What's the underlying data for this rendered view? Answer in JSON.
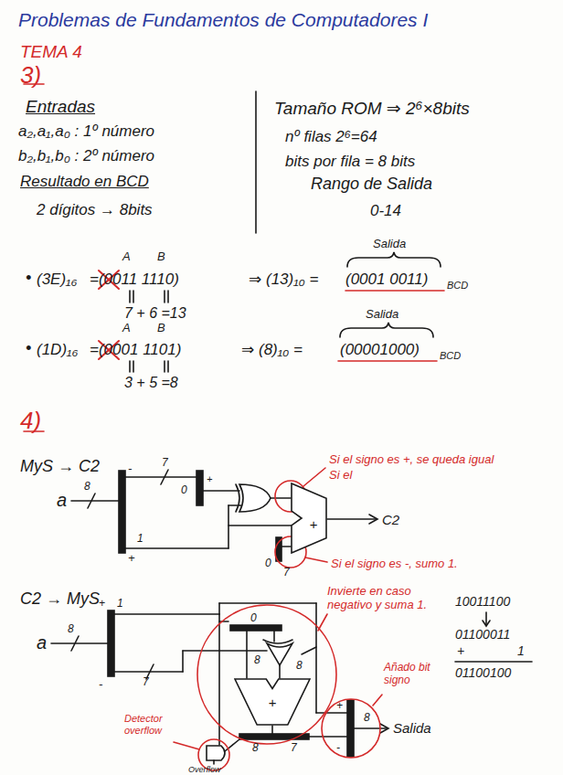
{
  "diagram": {
    "title": "Problemas de Fundamentos de Computadores I",
    "nodes": [
      {
        "text": [
          "+"
        ]
      },
      {
        "text": [
          "+"
        ]
      }
    ],
    "labels": [
      "TEMA 4",
      "3)",
      "Entradas",
      "a₂,a₁,a₀ : 1º número",
      "b₂,b₁,b₀ : 2º número",
      "Resultado en BCD",
      "2 dígitos → 8bits",
      "Tamaño ROM ⇒ 2⁶×8bits",
      "nº filas 2⁶=64",
      "bits por fila = 8 bits",
      "Rango de Salida",
      "0-14",
      "•",
      "(3E)₁₆",
      "=(0011 1110)",
      "A",
      "B",
      "7 + 6 =13",
      "⇒ (13)₁₀ =",
      "Salida",
      "(0001 0011)",
      "BCD",
      "•",
      "(1D)₁₆",
      "=(0001 1101)",
      "A",
      "B",
      "3 + 5 =8",
      "⇒ (8)₁₀ =",
      "Salida",
      "(00001000)",
      "BCD",
      "4)",
      "MyS → C2",
      "a",
      "8",
      "-",
      "7",
      "1",
      "+",
      "0",
      "+",
      "0",
      "7",
      "C2",
      "Si el signo es +, se queda igual",
      "Si el",
      "Si el signo es -, sumo 1.",
      "C2 → MyS",
      "a",
      "8",
      "+",
      "1",
      "7",
      "-",
      "0",
      "8",
      "8",
      "+",
      "8",
      "7",
      "8",
      "Salida",
      "-",
      "Invierte en caso negativo y suma 1.",
      "Añado bit signo",
      "Detector overflow",
      "Overflow",
      "10011100",
      "01100011",
      "+",
      "1",
      "01100100"
    ]
  }
}
